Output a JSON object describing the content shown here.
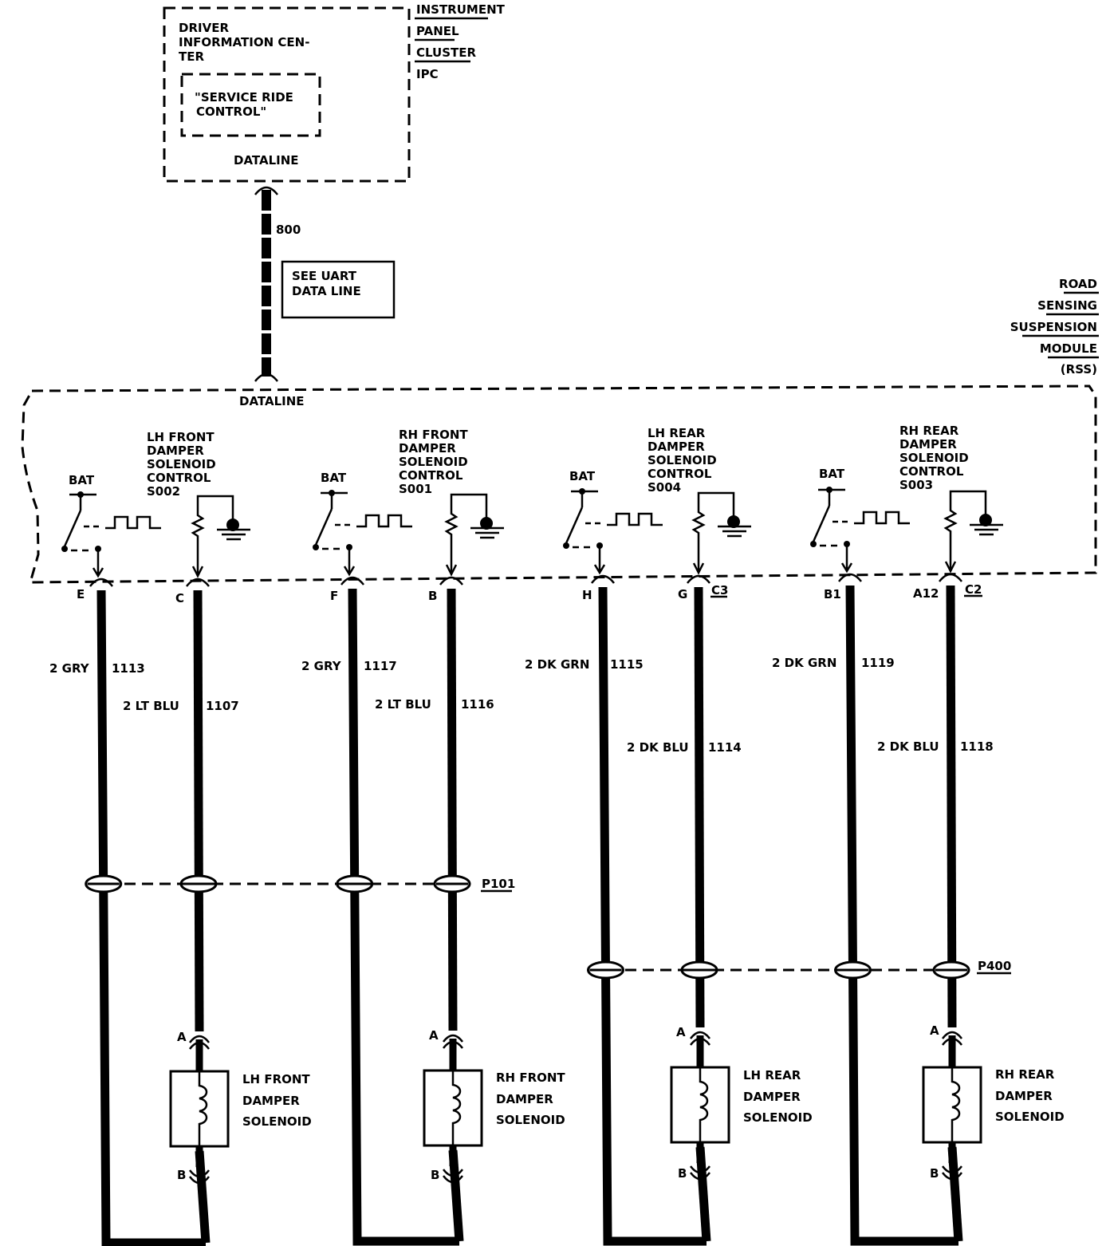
{
  "ipc": {
    "title_lines": [
      "DRIVER",
      "INFORMATION CEN-",
      "TER"
    ],
    "message_lines": [
      "\"SERVICE RIDE",
      "CONTROL\""
    ],
    "dataline": "DATALINE",
    "side_label_lines": [
      "INSTRUMENT",
      "PANEL",
      "CLUSTER",
      "IPC"
    ]
  },
  "dataline_circuit": "800",
  "see_uart_lines": [
    "SEE UART",
    "DATA LINE"
  ],
  "rss": {
    "label_lines": [
      "ROAD",
      "SENSING",
      "SUSPENSION",
      "MODULE",
      "(RSS)"
    ],
    "dataline": "DATALINE"
  },
  "bat_label": "BAT",
  "controls": [
    {
      "name_lines": [
        "LH FRONT",
        "DAMPER",
        "SOLENOID",
        "CONTROL",
        "S002"
      ]
    },
    {
      "name_lines": [
        "RH FRONT",
        "DAMPER",
        "SOLENOID",
        "CONTROL",
        "S001"
      ]
    },
    {
      "name_lines": [
        "LH REAR",
        "DAMPER",
        "SOLENOID",
        "CONTROL",
        "S004"
      ]
    },
    {
      "name_lines": [
        "RH REAR",
        "DAMPER",
        "SOLENOID",
        "CONTROL",
        "S003"
      ]
    }
  ],
  "pins": [
    "E",
    "C",
    "F",
    "B",
    "H",
    "G",
    "B1",
    "A12"
  ],
  "connectors": [
    "C3",
    "C2"
  ],
  "wires": [
    {
      "gauge_color": "2 GRY",
      "circuit": "1113"
    },
    {
      "gauge_color": "2 LT BLU",
      "circuit": "1107"
    },
    {
      "gauge_color": "2 GRY",
      "circuit": "1117"
    },
    {
      "gauge_color": "2 LT BLU",
      "circuit": "1116"
    },
    {
      "gauge_color": "2 DK GRN",
      "circuit": "1115"
    },
    {
      "gauge_color": "2 DK BLU",
      "circuit": "1114"
    },
    {
      "gauge_color": "2 DK GRN",
      "circuit": "1119"
    },
    {
      "gauge_color": "2 DK BLU",
      "circuit": "1118"
    }
  ],
  "pass_throughs": [
    "P101",
    "P400"
  ],
  "solenoid_pins": {
    "top": "A",
    "bottom": "B"
  },
  "solenoids": [
    {
      "name_lines": [
        "LH FRONT",
        "DAMPER",
        "SOLENOID"
      ]
    },
    {
      "name_lines": [
        "RH FRONT",
        "DAMPER",
        "SOLENOID"
      ]
    },
    {
      "name_lines": [
        "LH REAR",
        "DAMPER",
        "SOLENOID"
      ]
    },
    {
      "name_lines": [
        "RH REAR",
        "DAMPER",
        "SOLENOID"
      ]
    }
  ]
}
